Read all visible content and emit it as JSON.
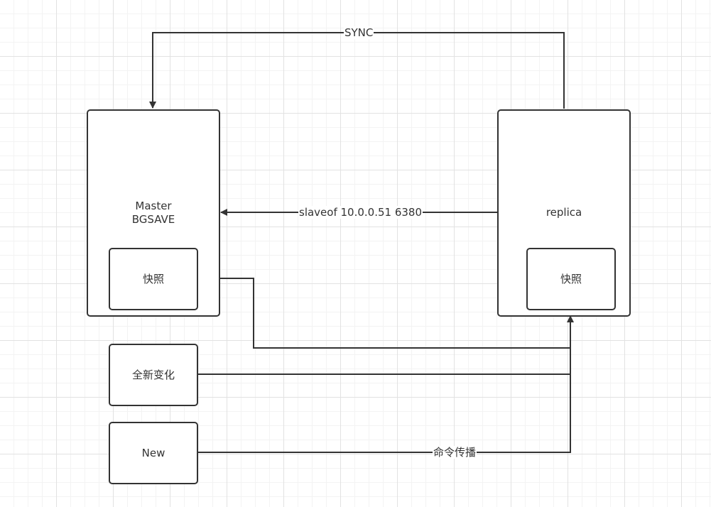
{
  "diagram": {
    "master": {
      "label": "Master\nBGSAVE"
    },
    "master_snapshot": {
      "label": "快照"
    },
    "replica": {
      "label": "replica"
    },
    "replica_snapshot": {
      "label": "快照"
    },
    "full_change": {
      "label": "全新变化"
    },
    "new_box": {
      "label": "New"
    },
    "edges": {
      "sync": "SYNC",
      "slaveof": "slaveof 10.0.0.51 6380",
      "propagation": "命令传播"
    },
    "colors": {
      "stroke": "#333333",
      "grid": "#e2e2e2",
      "background": "#ffffff"
    }
  }
}
